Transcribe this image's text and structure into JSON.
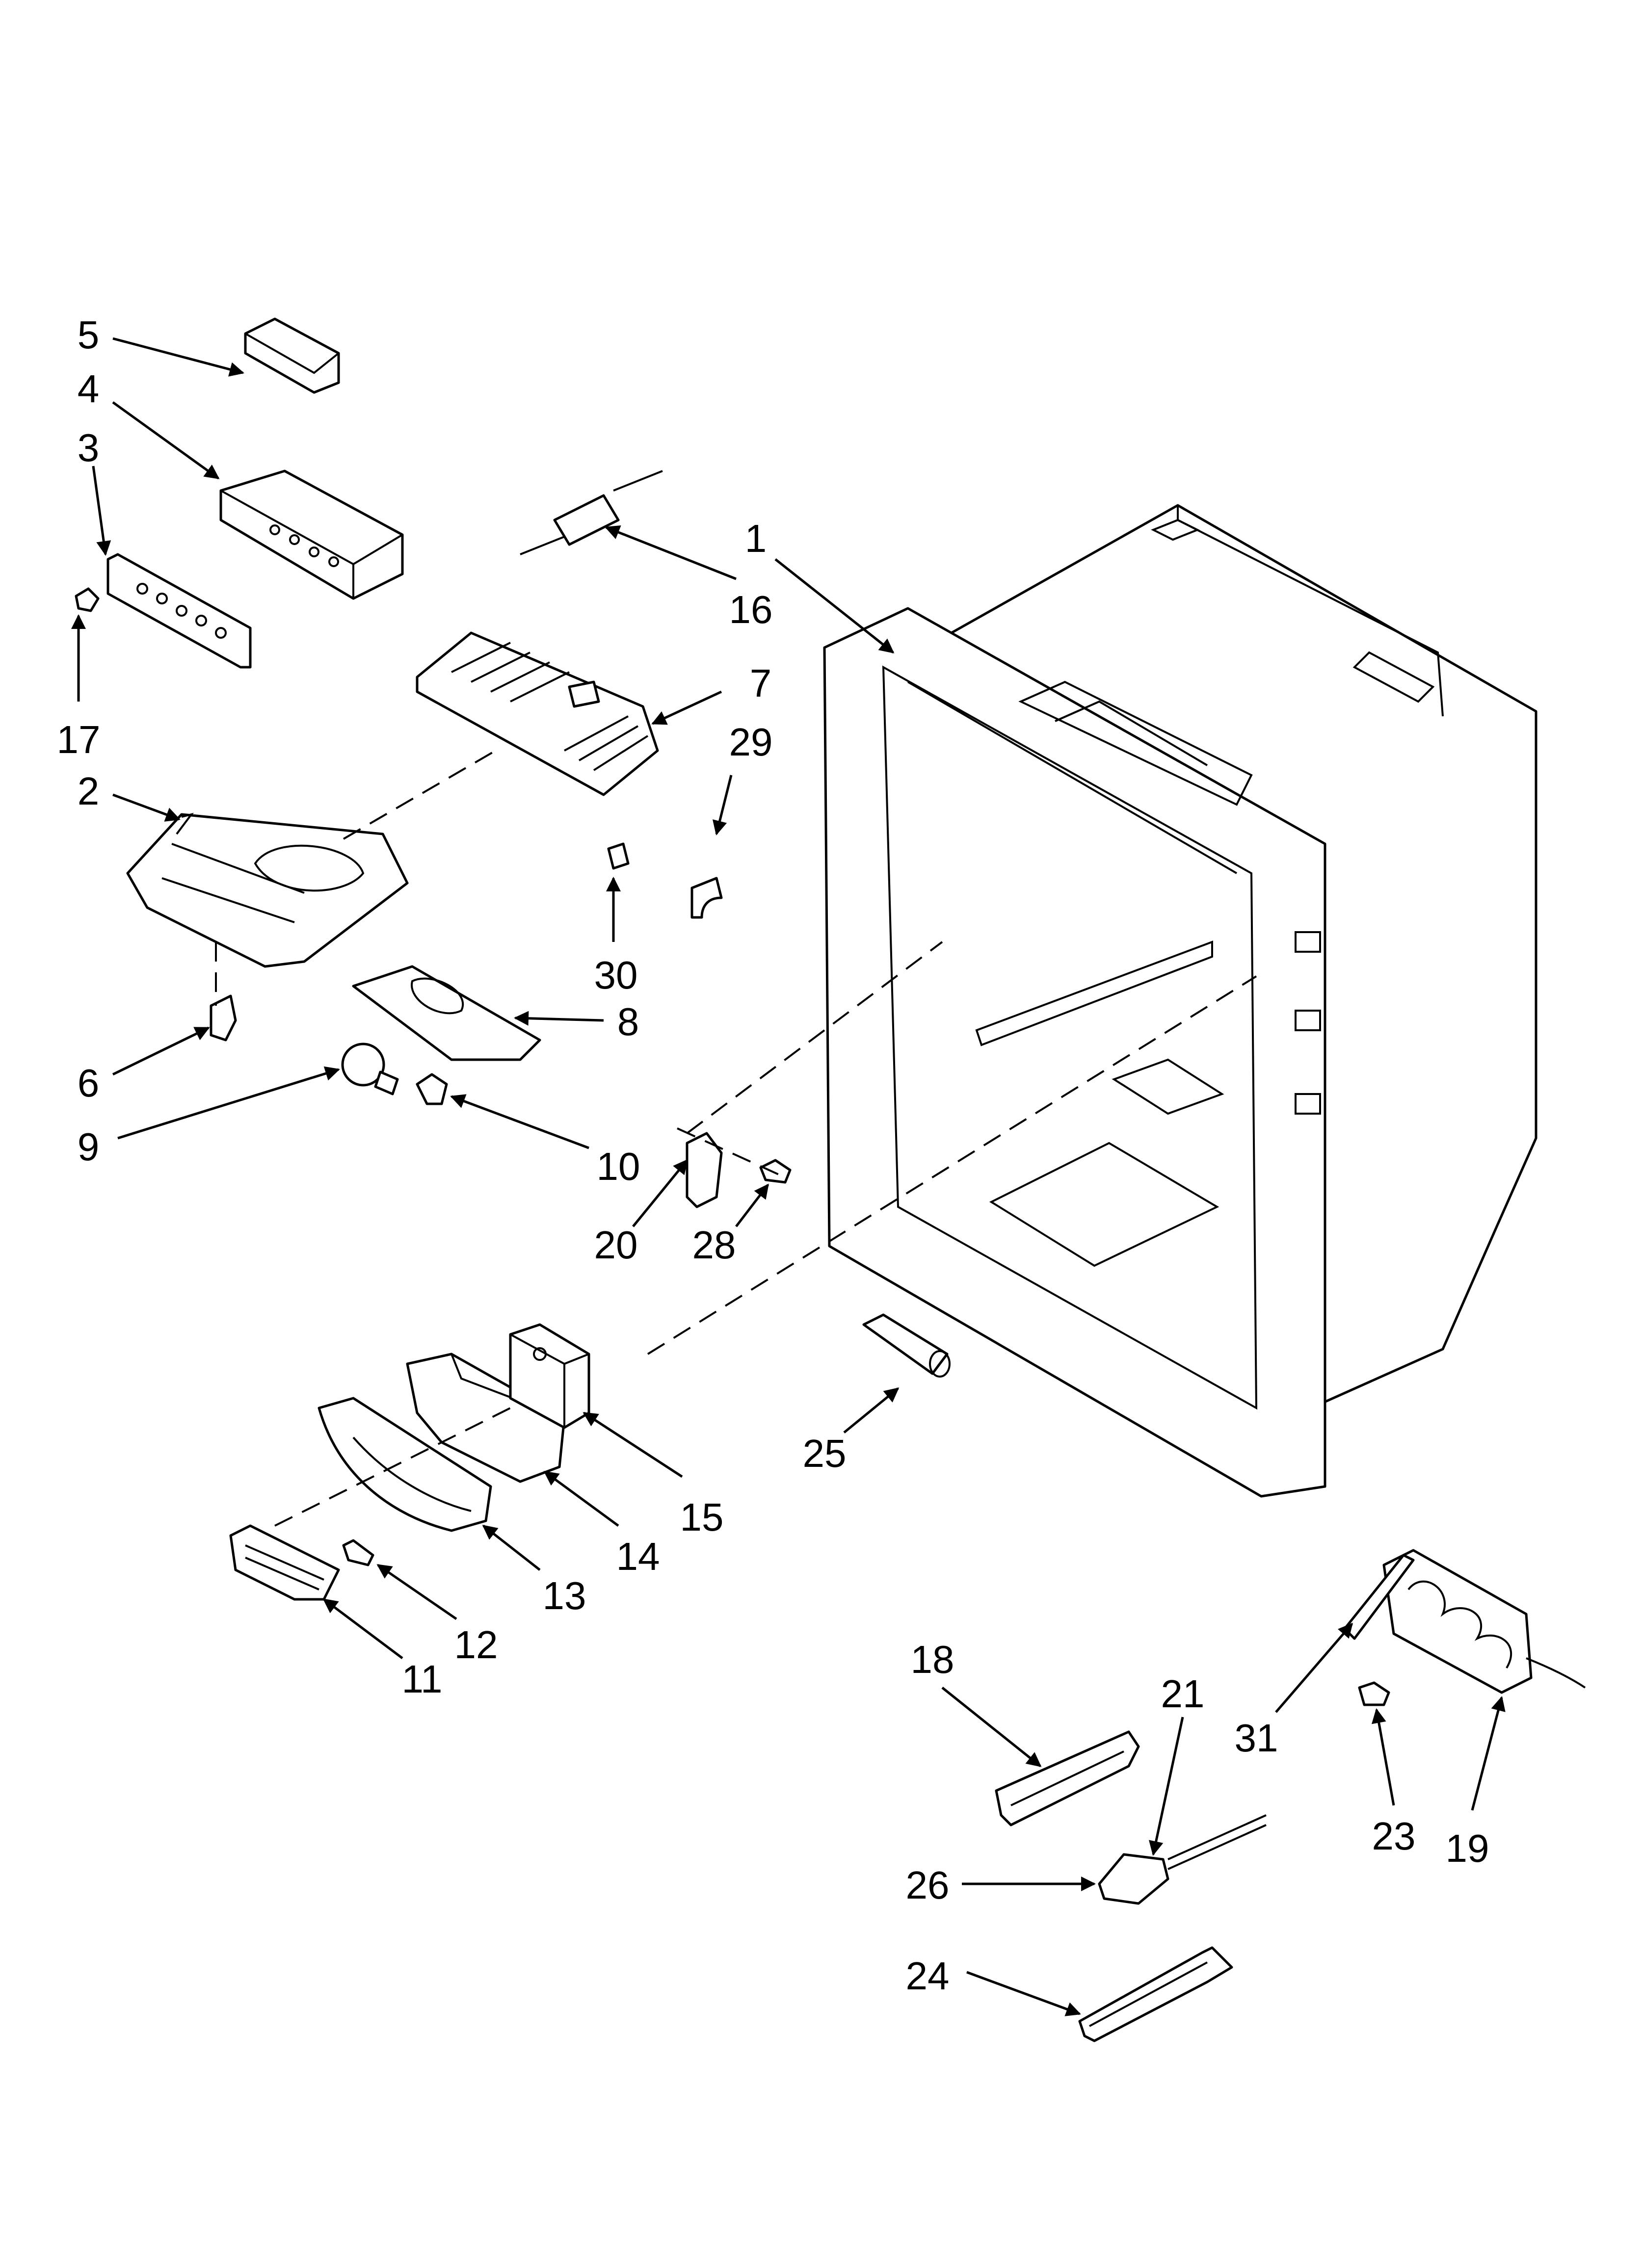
{
  "diagram": {
    "part_labels": [
      "1",
      "2",
      "3",
      "4",
      "5",
      "6",
      "7",
      "8",
      "9",
      "10",
      "11",
      "12",
      "13",
      "14",
      "15",
      "16",
      "17",
      "18",
      "19",
      "20",
      "21",
      "23",
      "24",
      "25",
      "26",
      "28",
      "29",
      "30",
      "31"
    ]
  }
}
